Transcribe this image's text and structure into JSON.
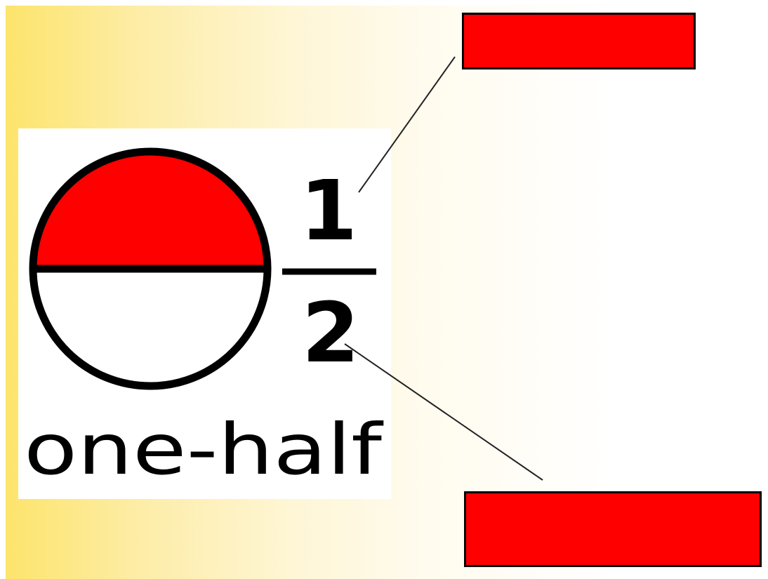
{
  "figure": {
    "fraction": {
      "numerator": "1",
      "denominator": "2",
      "word": "one-half",
      "shaded_fraction": 0.5
    },
    "colors": {
      "shaded": "#ff0000",
      "outline": "#000000",
      "label_boxes": "#ff0000",
      "background_gradient_start": "#fde46c"
    },
    "labels": {
      "numerator_label": "",
      "denominator_label": ""
    }
  }
}
